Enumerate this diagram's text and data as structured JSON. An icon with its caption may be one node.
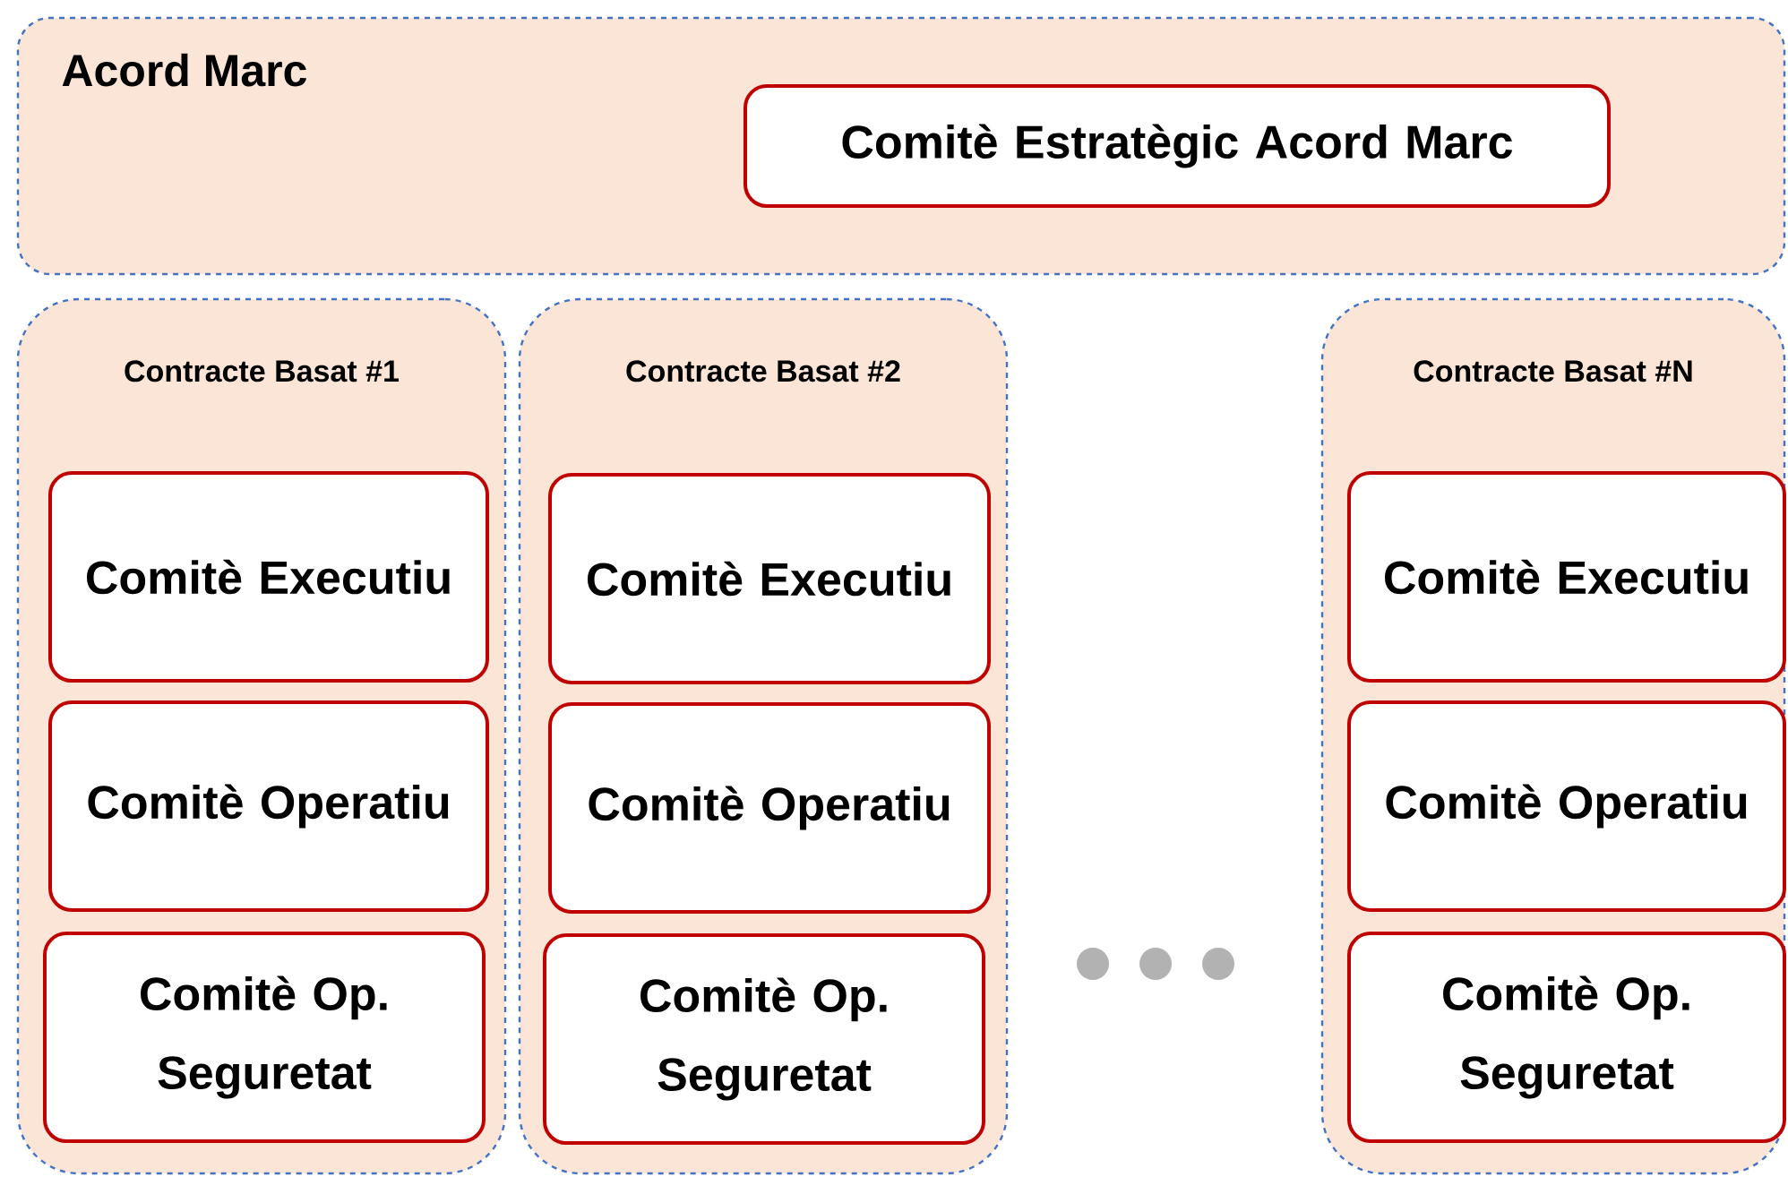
{
  "diagram": {
    "nodes": [
      {
        "text": [
          "Acord Marc"
        ]
      },
      {
        "text": [
          "Comitè Estratègic Acord Marc"
        ],
        "in": 0
      },
      {
        "text": [
          "Contracte Basat #1"
        ]
      },
      {
        "text": [
          "Comitè Executiu"
        ],
        "in": 2
      },
      {
        "text": [
          "Comitè Operatiu"
        ],
        "in": 2
      },
      {
        "text": [
          "Comitè Op. Seguretat"
        ],
        "in": 2
      },
      {
        "text": [
          "Contracte Basat #2"
        ]
      },
      {
        "text": [
          "Comitè Executiu"
        ],
        "in": 6
      },
      {
        "text": [
          "Comitè Operatiu"
        ],
        "in": 6
      },
      {
        "text": [
          "Comitè Op. Seguretat"
        ],
        "in": 6
      },
      {
        "text": [
          "Contracte Basat #N"
        ]
      },
      {
        "text": [
          "Comitè Executiu"
        ],
        "in": 10
      },
      {
        "text": [
          "Comitè Operatiu"
        ],
        "in": 10
      },
      {
        "text": [
          "Comitè Op. Seguretat"
        ],
        "in": 10
      }
    ]
  }
}
